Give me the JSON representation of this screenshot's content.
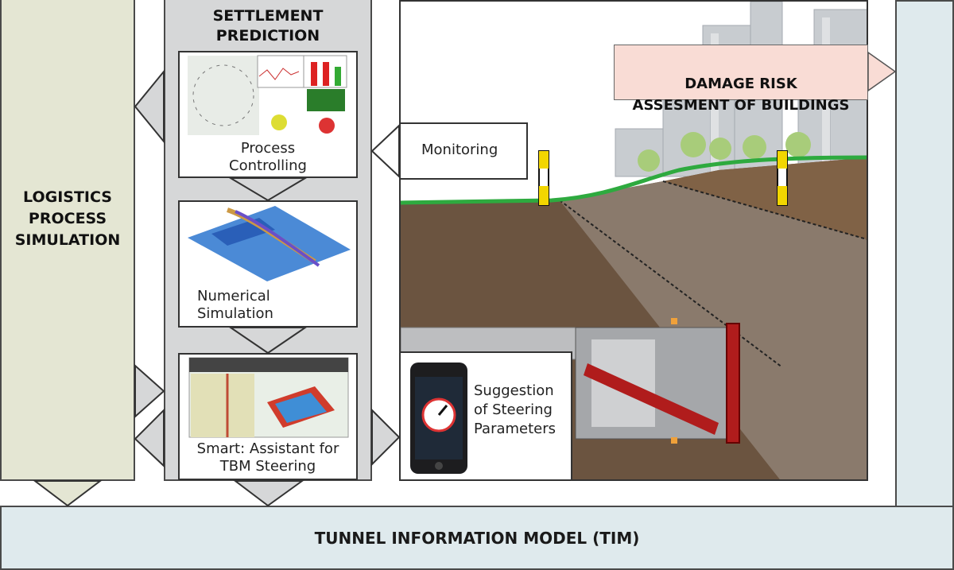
{
  "settlement": {
    "title": "SETTLEMENT\nPREDICTION"
  },
  "logistics": {
    "title": "LOGISTICS\nPROCESS\nSIMULATION"
  },
  "cards": {
    "process_controlling": "Process\nControlling",
    "numerical_simulation": "Numerical\nSimulation",
    "smart_assistant": "Smart: Assistant for\nTBM Steering"
  },
  "monitoring": {
    "label": "Monitoring"
  },
  "damage": {
    "label": "DAMAGE RISK\nASSESMENT OF BUILDINGS"
  },
  "steering": {
    "label": "Suggestion\nof Steering\nParameters"
  },
  "tim": {
    "label": "TUNNEL INFORMATION MODEL (TIM)"
  },
  "colors": {
    "logistics_fill": "#e4e6d3",
    "settlement_fill": "#d6d7d8",
    "tim_fill": "#dfeaed",
    "damage_fill": "#f9dcd5",
    "ground": "#2eaa3f",
    "soil": "#6b5440",
    "cutter": "#b01c1c",
    "marker": "#f2d600"
  }
}
